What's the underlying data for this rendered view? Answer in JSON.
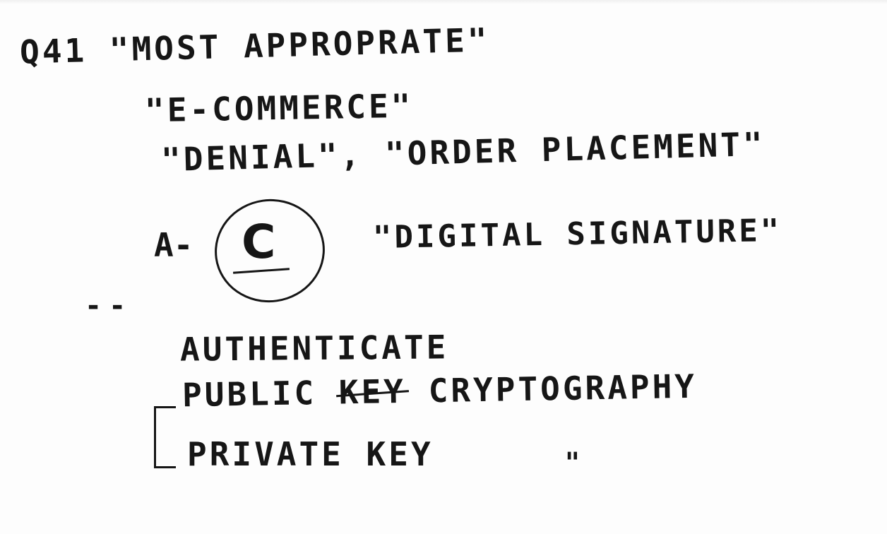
{
  "note": {
    "line1": "Q41 \"MOST APPROPRATE\"",
    "line2": "\"E-COMMERCE\"",
    "line3": "\"DENIAL\", \"ORDER PLACEMENT\"",
    "answer_prefix": "A-",
    "answer_letter": "C",
    "line5": "\"DIGITAL SIGNATURE\"",
    "separator": "--",
    "line7": "AUTHENTICATE",
    "line8_first": "PUBLIC ",
    "line8_struck": "KEY",
    "line8_rest": " CRYPTOGRAPHY",
    "line9": "PRIVATE KEY",
    "ditto": "\""
  }
}
